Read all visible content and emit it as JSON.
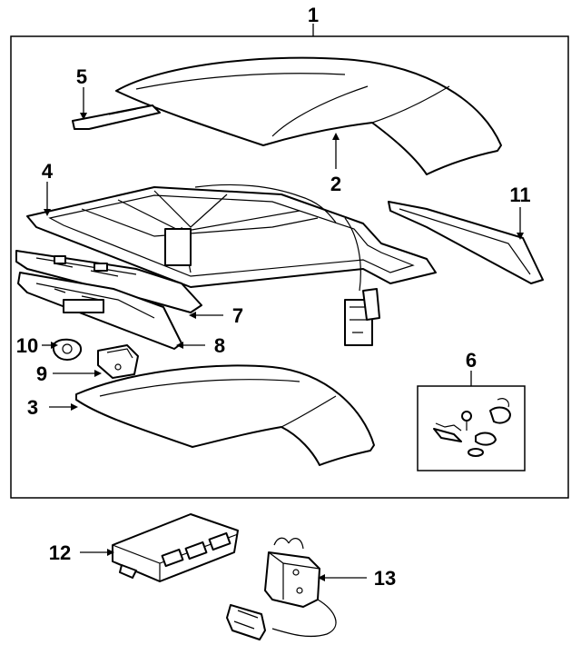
{
  "diagram": {
    "callouts": [
      {
        "id": "c1",
        "label": "1"
      },
      {
        "id": "c2",
        "label": "2"
      },
      {
        "id": "c3",
        "label": "3"
      },
      {
        "id": "c4",
        "label": "4"
      },
      {
        "id": "c5",
        "label": "5"
      },
      {
        "id": "c6",
        "label": "6"
      },
      {
        "id": "c7",
        "label": "7"
      },
      {
        "id": "c8",
        "label": "8"
      },
      {
        "id": "c9",
        "label": "9"
      },
      {
        "id": "c10",
        "label": "10"
      },
      {
        "id": "c11",
        "label": "11"
      },
      {
        "id": "c12",
        "label": "12"
      },
      {
        "id": "c13",
        "label": "13"
      }
    ]
  }
}
